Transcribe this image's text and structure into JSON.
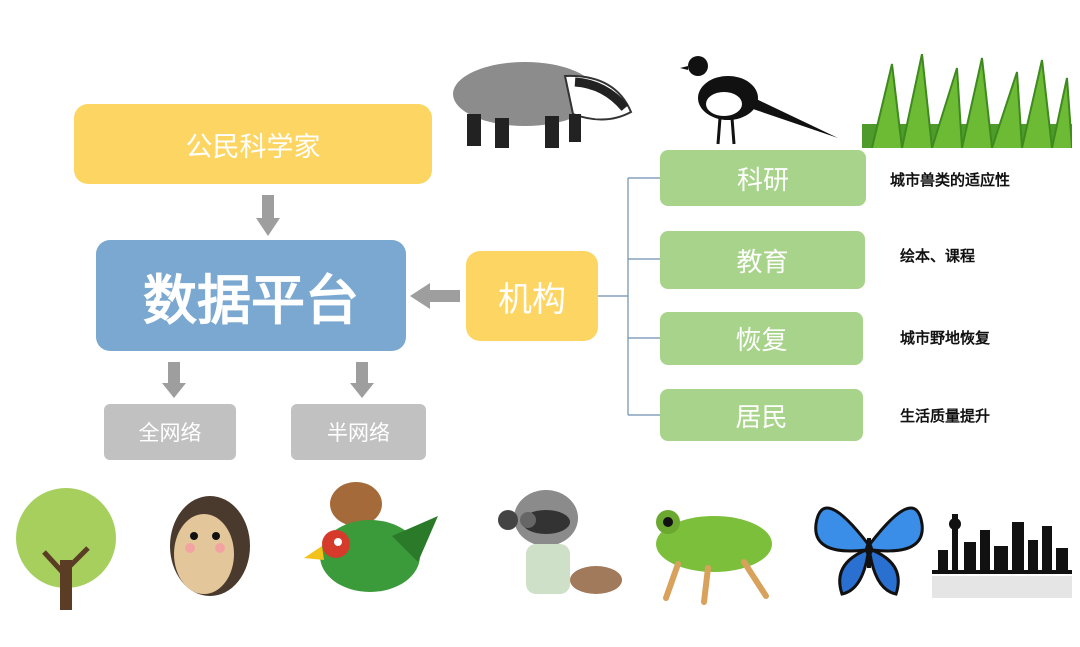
{
  "diagram": {
    "citizen": "公民科学家",
    "platform": "数据平台",
    "full_network": "全网络",
    "half_network": "半网络",
    "institution": "机构",
    "branches": [
      {
        "label": "科研",
        "note": "城市兽类的适应性"
      },
      {
        "label": "教育",
        "note": "绘本、课程"
      },
      {
        "label": "恢复",
        "note": "城市野地恢复"
      },
      {
        "label": "居民",
        "note": "生活质量提升"
      }
    ]
  },
  "images": [
    "badger-illustration",
    "magpie-illustration",
    "grass-illustration",
    "tree-illustration",
    "hedgehog-cartoon",
    "squirrel-bird-cartoon",
    "raccoon-cartoon",
    "frog-illustration",
    "butterfly-illustration",
    "city-skyline-silhouette"
  ],
  "colors": {
    "yellow": "#fdd562",
    "blue": "#7ba8d0",
    "green": "#a8d38a",
    "gray": "#c1c1c1",
    "arrow": "#9e9e9e"
  }
}
